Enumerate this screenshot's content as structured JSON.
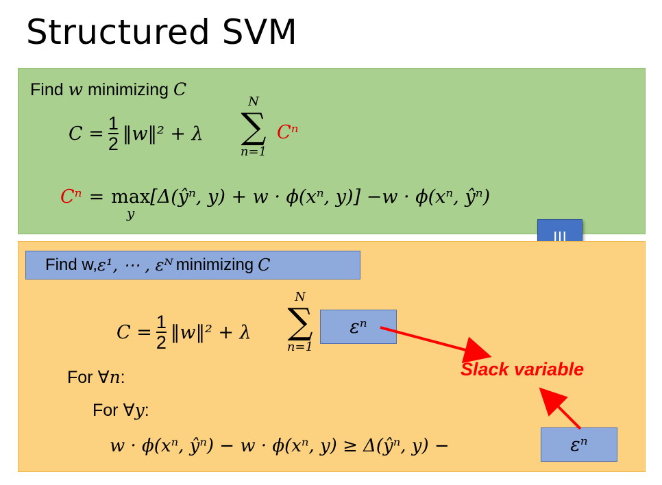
{
  "title": "Structured SVM",
  "top_box": {
    "find_prefix": "Find",
    "find_var": "w",
    "find_mid": "minimizing",
    "find_obj": "C",
    "eq1_lhs": "C =",
    "half_num": "1",
    "half_den": "2",
    "eq1_reg": "‖w‖² + λ",
    "sum_top": "N",
    "sum_bottom": "n=1",
    "sum_symbol": "∑",
    "eq1_term": "Cⁿ",
    "eq2_lhs": "Cⁿ",
    "eq2_eq": "=",
    "eq2_max": "max",
    "eq2_max_sub": "y",
    "eq2_body": "[Δ(ŷⁿ, y) + w · ϕ(xⁿ, y)] −w · ϕ(xⁿ, ŷⁿ)"
  },
  "equiv_badge": "|||",
  "bottom_box": {
    "find_label_prefix": "Find w,",
    "find_label_math": "ε¹, ⋯ , εᴺ",
    "find_label_suffix": "minimizing",
    "find_label_obj": "C",
    "eq1_lhs": "C =",
    "half_num": "1",
    "half_den": "2",
    "eq1_reg": "‖w‖² + λ",
    "sum_top": "N",
    "sum_bottom": "n=1",
    "sum_symbol": "∑",
    "eps_box": "εⁿ",
    "for_n_prefix": "For ∀",
    "for_n_var": "n",
    "for_n_suffix": ":",
    "for_y_prefix": "For ∀",
    "for_y_var": "y",
    "for_y_suffix": ":",
    "constraint": "w · ϕ(xⁿ, ŷⁿ) − w · ϕ(xⁿ, y) ≥ Δ(ŷⁿ, y) −",
    "eps_box2": "εⁿ",
    "slack_label": "Slack variable"
  },
  "colors": {
    "green_box": "#a9d08e",
    "orange_box": "#fcd17f",
    "blue_label": "#8ea9db",
    "equiv_badge": "#4472c4",
    "red_accent": "#e00000"
  }
}
